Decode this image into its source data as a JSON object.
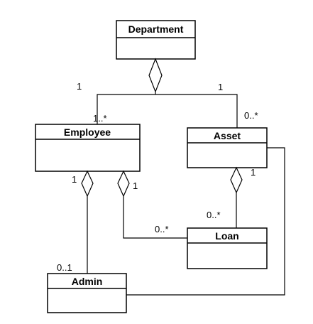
{
  "classes": {
    "department": "Department",
    "employee": "Employee",
    "asset": "Asset",
    "loan": "Loan",
    "admin": "Admin"
  },
  "multiplicities": {
    "dept_employee_dept_end": "1",
    "dept_asset_dept_end": "1",
    "employee_in_dept": "1..*",
    "asset_in_dept": "0..*",
    "employee_admin_employee_end": "1",
    "admin_of_employee": "0..1",
    "employee_loan_employee_end": "1",
    "loan_of_employee": "0..*",
    "asset_loan_asset_end": "1",
    "loan_of_asset": "0..*"
  }
}
